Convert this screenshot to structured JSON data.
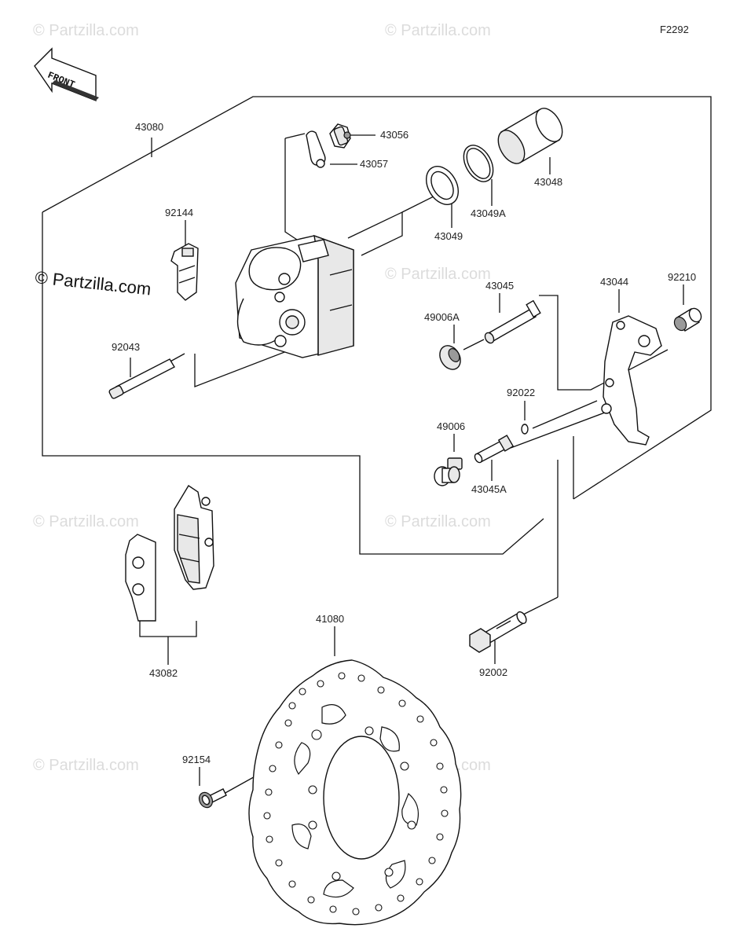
{
  "figure_code": "F2292",
  "front_arrow_label": "FRONT",
  "watermark_main": "© Partzilla.com",
  "watermark_faint": "© Partzilla.com",
  "parts": {
    "caliper_assy": "43080",
    "pad_spring": "92144",
    "pin_92043": "92043",
    "bleeder_valve": "43056",
    "bleeder_cap": "43057",
    "piston": "43048",
    "seal_43049a": "43049A",
    "seal_43049": "43049",
    "pin_43045": "43045",
    "boot_49006a": "49006A",
    "bracket": "43044",
    "sleeve": "92210",
    "ring": "92022",
    "boot_49006": "49006",
    "pin_43045a": "43045A",
    "pad_assy": "43082",
    "disc": "41080",
    "disc_bolt": "92154",
    "mount_bolt": "92002"
  }
}
